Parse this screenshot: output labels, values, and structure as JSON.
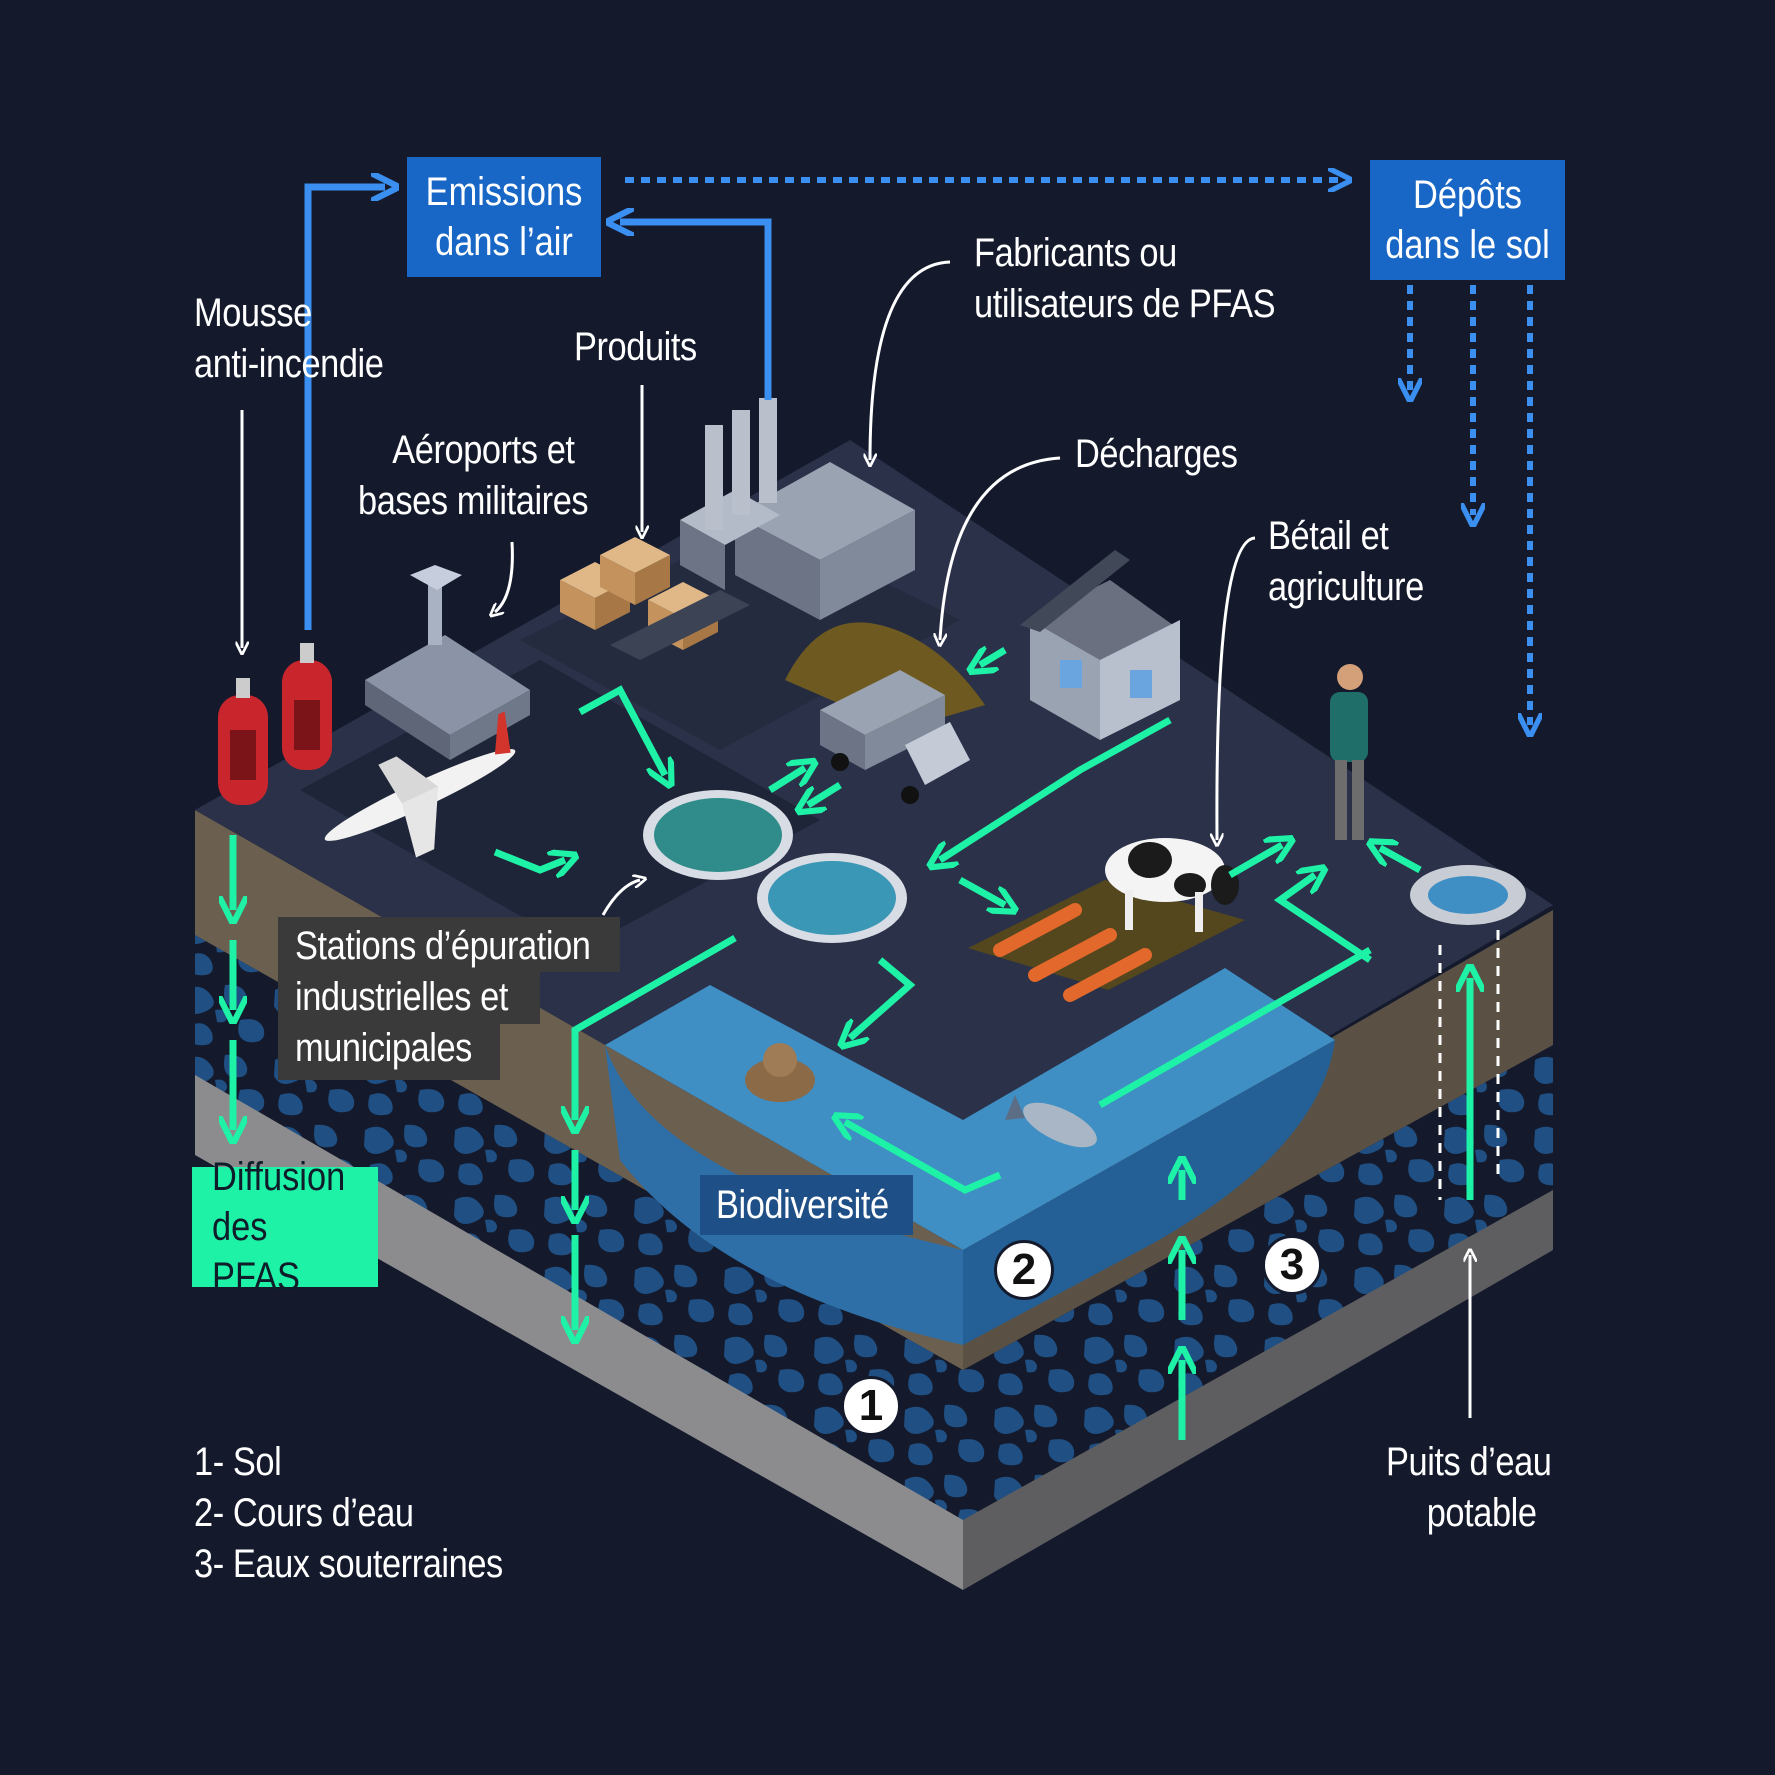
{
  "boxes": {
    "air_line1": "Emissions",
    "air_line2": "dans l’air",
    "soil_line1": "Dépôts",
    "soil_line2": "dans le sol",
    "diffusion_line1": "Diffusion",
    "diffusion_line2": "des PFAS"
  },
  "labels": {
    "foam_line1": "Mousse",
    "foam_line2": "anti-incendie",
    "products": "Produits",
    "airports_line1": "Aéroports et",
    "airports_line2": "bases militaires",
    "makers_line1": "Fabricants ou",
    "makers_line2": "utilisateurs de PFAS",
    "landfills": "Décharges",
    "livestock_line1": "Bétail et",
    "livestock_line2": "agriculture",
    "stations_line1": "Stations d’épuration",
    "stations_line2": "industrielles et",
    "stations_line3": "municipales",
    "biodiversity": "Biodiversité",
    "well_line1": "Puits d’eau",
    "well_line2": "potable"
  },
  "markers": [
    "1",
    "2",
    "3"
  ],
  "legend": [
    "1- Sol",
    "2- Cours d’eau",
    "3- Eaux souterraines"
  ],
  "colors": {
    "background": "#141a2c",
    "air_blue": "#1866c5",
    "flow_green": "#1ef2a7",
    "water": "#3f8fc4",
    "soil": "#6b5f4f",
    "groundwater": "#22548a"
  }
}
